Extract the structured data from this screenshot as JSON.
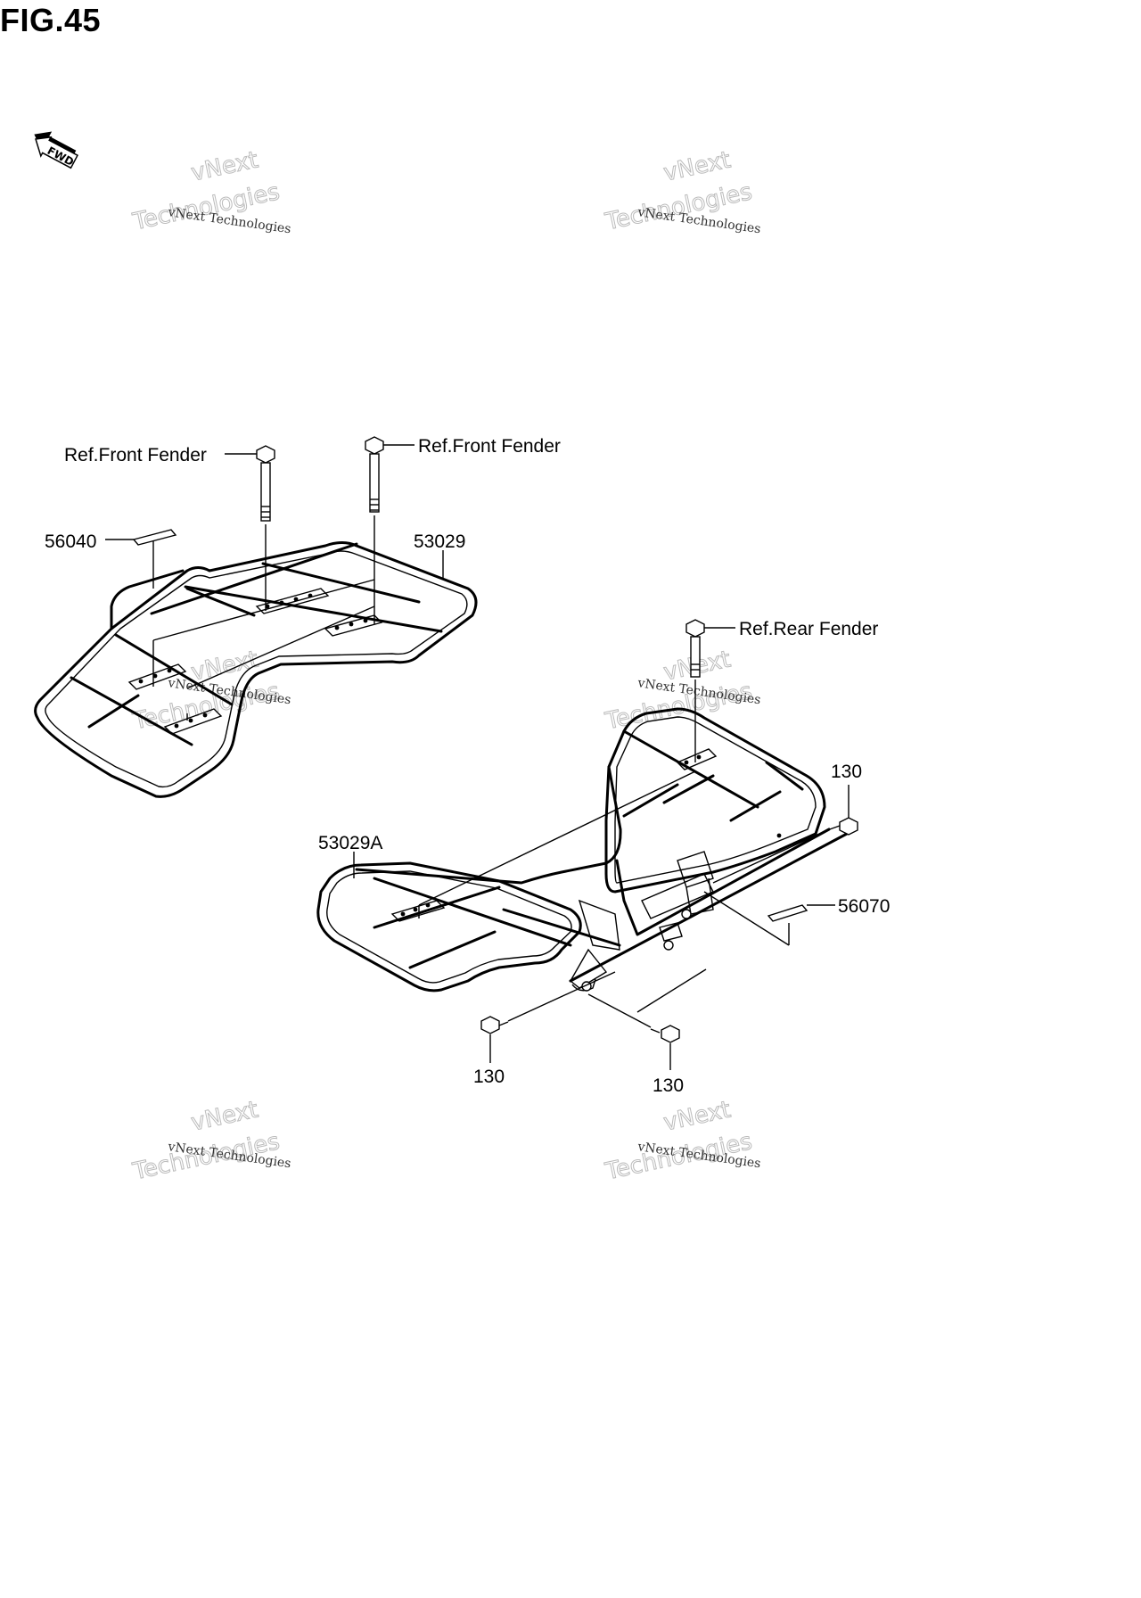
{
  "figure": {
    "title": "FIG.45",
    "direction_badge": "FWD"
  },
  "callouts": {
    "ref_front_fender_left": "Ref.Front Fender",
    "ref_front_fender_right": "Ref.Front Fender",
    "ref_rear_fender": "Ref.Rear Fender",
    "part_56040": "56040",
    "part_53029": "53029",
    "part_53029A": "53029A",
    "part_56070": "56070",
    "part_130_right": "130",
    "part_130_left": "130",
    "part_130_bottom": "130"
  },
  "watermark": {
    "line1": "vNext Technologies",
    "line2": "vNext",
    "line3": "Technologies"
  },
  "icons": {
    "direction": "fwd-arrow-icon",
    "bolt": "bolt-icon",
    "label": "label-sticker-icon"
  }
}
